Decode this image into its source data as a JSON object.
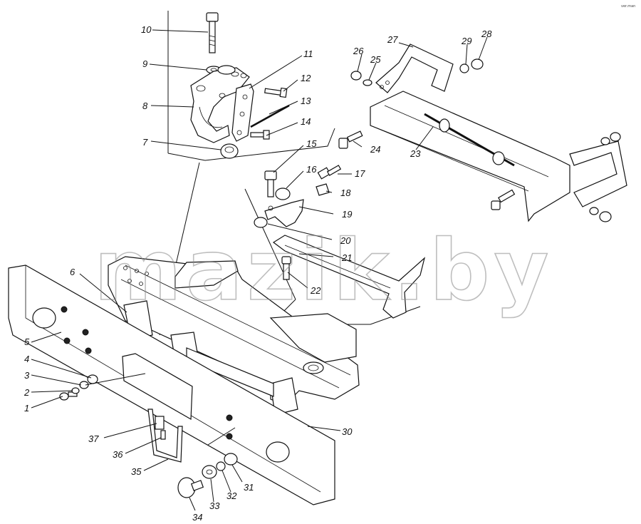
{
  "diagram": {
    "watermark": "mazik.by",
    "corner_mark": "ver.man",
    "callouts": [
      "1",
      "2",
      "3",
      "4",
      "5",
      "6",
      "7",
      "8",
      "9",
      "10",
      "11",
      "12",
      "13",
      "14",
      "15",
      "16",
      "17",
      "18",
      "19",
      "20",
      "21",
      "22",
      "23",
      "24",
      "25",
      "26",
      "27",
      "28",
      "29",
      "30",
      "31",
      "32",
      "33",
      "34",
      "35",
      "36",
      "37"
    ]
  }
}
